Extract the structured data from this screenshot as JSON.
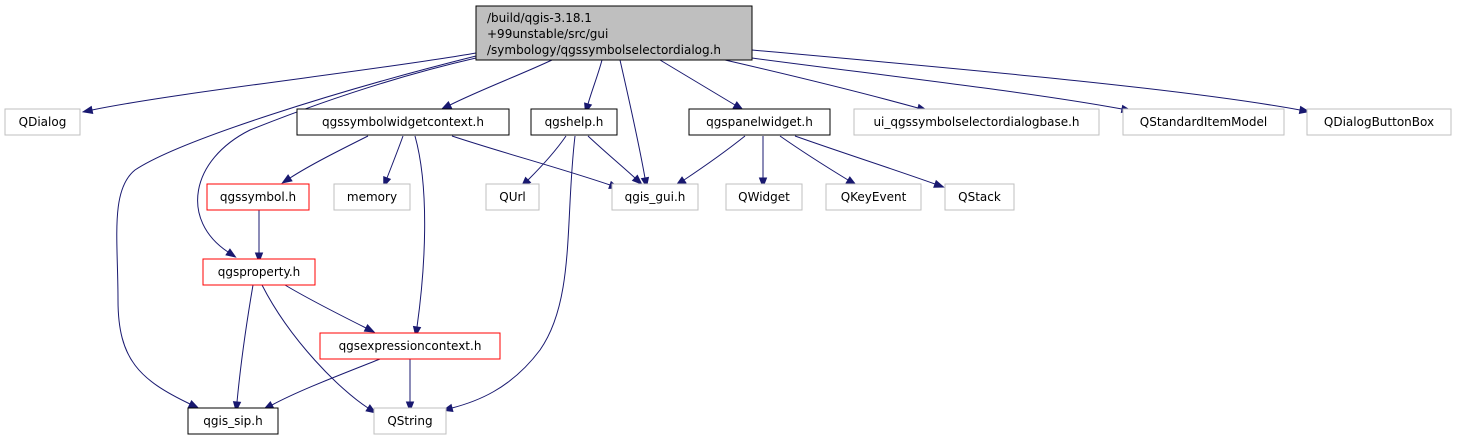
{
  "diagram": {
    "root_lines": [
      "/build/qgis-3.18.1",
      "+99unstable/src/gui",
      "/symbology/qgssymbolselectordialog.h"
    ],
    "colors": {
      "root_fill": "#bfbfbf",
      "root_border": "#000000",
      "documented_border": "#000000",
      "external_border": "#bfbfbf",
      "incomplete_border": "#ff0000",
      "edge": "#191970"
    },
    "nodes": {
      "qdialog": {
        "label": "QDialog",
        "kind": "external"
      },
      "qgssymbolwidgetcontext": {
        "label": "qgssymbolwidgetcontext.h",
        "kind": "documented"
      },
      "qgshelp": {
        "label": "qgshelp.h",
        "kind": "documented"
      },
      "qgspanelwidget": {
        "label": "qgspanelwidget.h",
        "kind": "documented"
      },
      "ui_base": {
        "label": "ui_qgssymbolselectordialogbase.h",
        "kind": "external"
      },
      "qstandarditemmodel": {
        "label": "QStandardItemModel",
        "kind": "external"
      },
      "qdialogbuttonbox": {
        "label": "QDialogButtonBox",
        "kind": "external"
      },
      "qgssymbol": {
        "label": "qgssymbol.h",
        "kind": "incomplete"
      },
      "memory": {
        "label": "memory",
        "kind": "external"
      },
      "qurl": {
        "label": "QUrl",
        "kind": "external"
      },
      "qgis_gui": {
        "label": "qgis_gui.h",
        "kind": "external"
      },
      "qwidget": {
        "label": "QWidget",
        "kind": "external"
      },
      "qkeyevent": {
        "label": "QKeyEvent",
        "kind": "external"
      },
      "qstack": {
        "label": "QStack",
        "kind": "external"
      },
      "qgsproperty": {
        "label": "qgsproperty.h",
        "kind": "incomplete"
      },
      "qgsexpressioncontext": {
        "label": "qgsexpressioncontext.h",
        "kind": "incomplete"
      },
      "qgis_sip": {
        "label": "qgis_sip.h",
        "kind": "documented"
      },
      "qstring": {
        "label": "QString",
        "kind": "external"
      }
    },
    "edges": [
      [
        "root",
        "qdialog"
      ],
      [
        "root",
        "qgssymbolwidgetcontext"
      ],
      [
        "root",
        "qgshelp"
      ],
      [
        "root",
        "qgspanelwidget"
      ],
      [
        "root",
        "ui_base"
      ],
      [
        "root",
        "qstandarditemmodel"
      ],
      [
        "root",
        "qdialogbuttonbox"
      ],
      [
        "root",
        "qgis_gui"
      ],
      [
        "root",
        "qgsproperty"
      ],
      [
        "root",
        "qgis_sip"
      ],
      [
        "qgssymbolwidgetcontext",
        "qgssymbol"
      ],
      [
        "qgssymbolwidgetcontext",
        "memory"
      ],
      [
        "qgssymbolwidgetcontext",
        "qgis_gui"
      ],
      [
        "qgssymbolwidgetcontext",
        "qgsexpressioncontext"
      ],
      [
        "qgshelp",
        "qurl"
      ],
      [
        "qgshelp",
        "qgis_gui"
      ],
      [
        "qgshelp",
        "qstring"
      ],
      [
        "qgspanelwidget",
        "qgis_gui"
      ],
      [
        "qgspanelwidget",
        "qwidget"
      ],
      [
        "qgspanelwidget",
        "qkeyevent"
      ],
      [
        "qgspanelwidget",
        "qstack"
      ],
      [
        "qgssymbol",
        "qgsproperty"
      ],
      [
        "qgsproperty",
        "qgsexpressioncontext"
      ],
      [
        "qgsproperty",
        "qgis_sip"
      ],
      [
        "qgsproperty",
        "qstring"
      ],
      [
        "qgsexpressioncontext",
        "qgis_sip"
      ],
      [
        "qgsexpressioncontext",
        "qstring"
      ]
    ]
  }
}
